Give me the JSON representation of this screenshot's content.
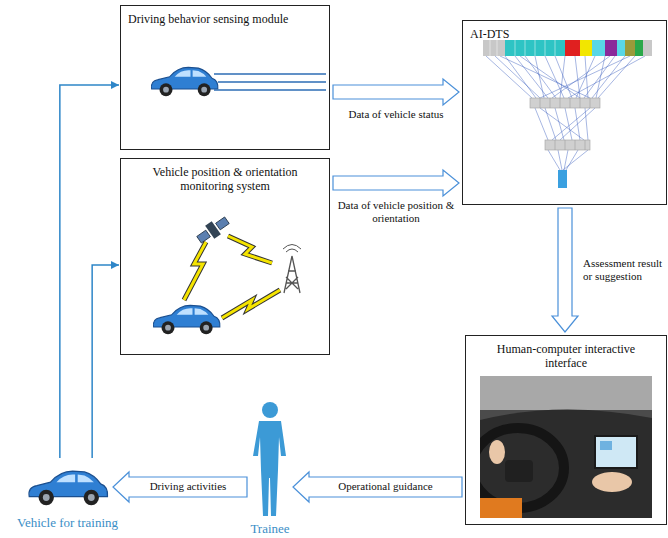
{
  "diagram": {
    "nodes": [
      {
        "text": [
          "Driving behavior sensing module"
        ]
      },
      {
        "text": [
          "Vehicle position & orientation monitoring system"
        ]
      },
      {
        "text": [
          "AI-DTS"
        ]
      },
      {
        "text": [
          "Human-computer interactive interface"
        ]
      },
      {
        "text": [
          "Trainee"
        ]
      },
      {
        "text": [
          "Vehicle for training"
        ]
      }
    ],
    "edges": [
      {
        "from": 0,
        "to": 2,
        "arrow": "to",
        "label": "Data of vehicle status"
      },
      {
        "from": 1,
        "to": 2,
        "arrow": "to",
        "label": "Data of vehicle position & orientation"
      },
      {
        "from": 2,
        "to": 3,
        "arrow": "to",
        "label": "Assessment result or suggestion"
      },
      {
        "from": 3,
        "to": 4,
        "arrow": "to",
        "label": "Operational guidance"
      },
      {
        "from": 4,
        "to": 5,
        "arrow": "to",
        "label": "Driving activities"
      },
      {
        "from": 5,
        "to": 0,
        "arrow": "to"
      },
      {
        "from": 5,
        "to": 1,
        "arrow": "to"
      }
    ]
  }
}
